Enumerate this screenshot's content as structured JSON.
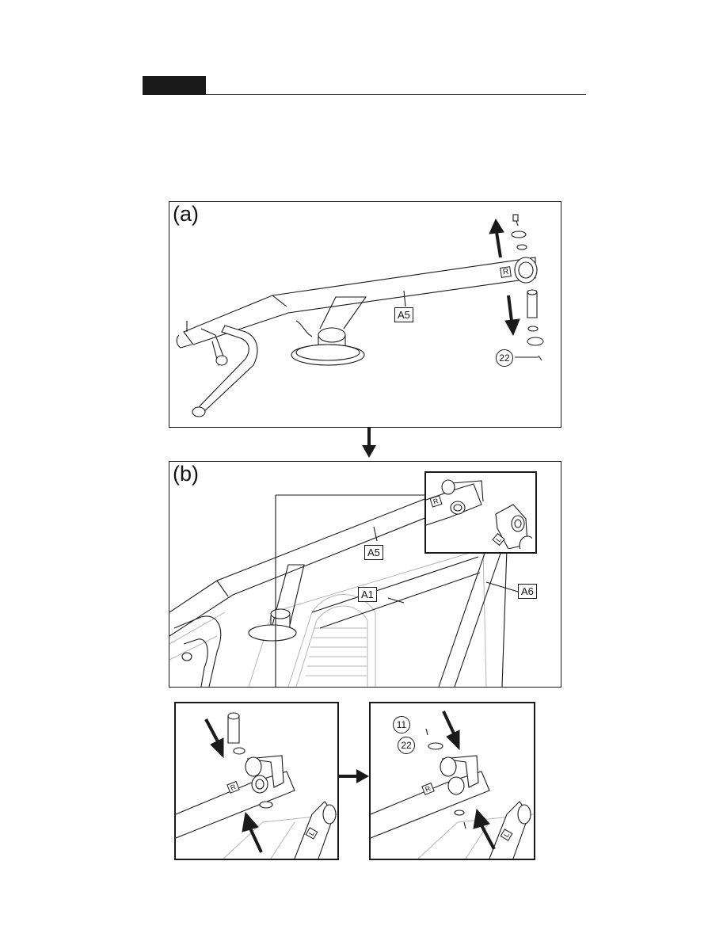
{
  "header": {
    "tab_text": ""
  },
  "panels": {
    "a": {
      "label": "(a)"
    },
    "b": {
      "label": "(b)"
    }
  },
  "parts": {
    "a5": "A5",
    "a1": "A1",
    "a6": "A6",
    "p22": "22",
    "p11": "11",
    "r": "R",
    "l": "L"
  },
  "colors": {
    "line": "#1a1a1a",
    "faint": "#b5b5b5"
  }
}
